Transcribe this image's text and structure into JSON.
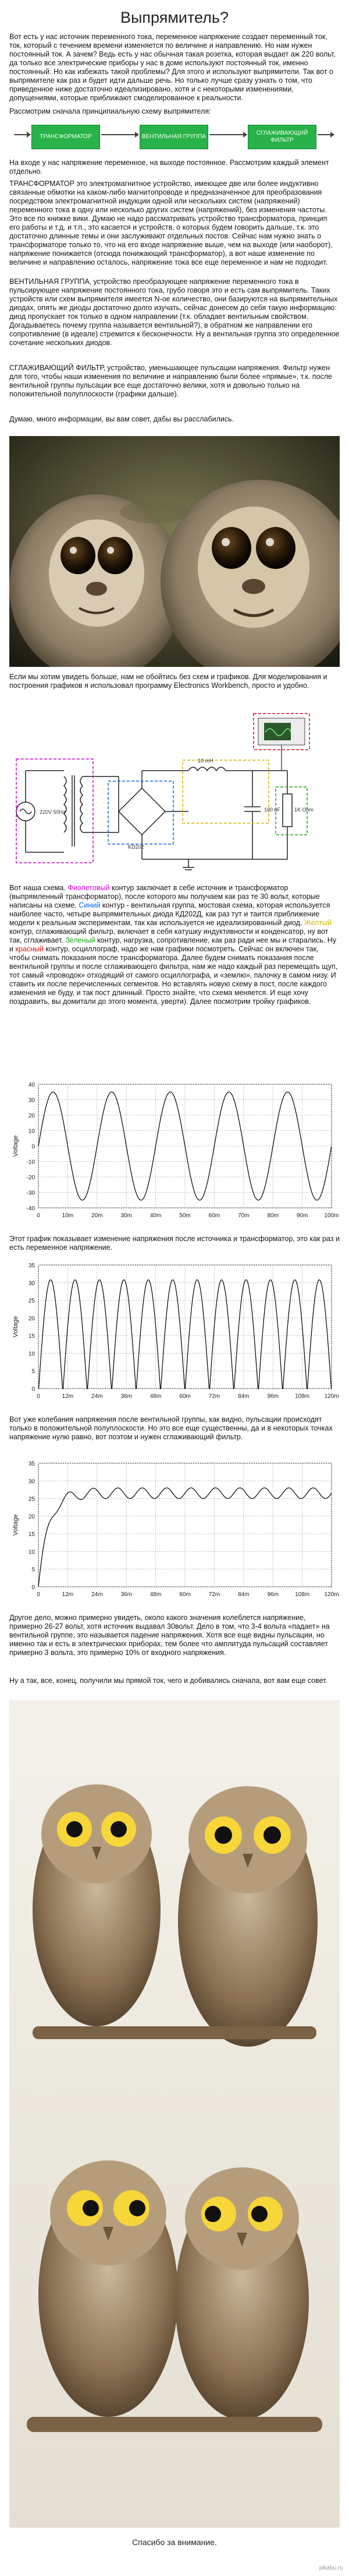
{
  "title": "Выпрямитель?",
  "paragraphs": [
    "Вот есть у нас источник переменного тока, переменное напряжение создает переменный ток, ток, который с течением времени изменяется по величине и направлению. Но нам нужен постоянный ток. А зачем? Ведь есть у нас обычная такая розетка, которая выдает аж 220 вольт, да только все электрические приборы у нас в доме используют постоянный ток, именно постоянный. Но как избежать такой проблемы? Для этого и используют выпрямители. Так вот о выпрямителе как раз и будет идти дальше речь. Но только лучше сразу узнать о том, что приведенное ниже достаточно идеализировано, хотя и с некоторыми изменениями, допущениями, которые приближают смоделированное к реальности.",
    "Рассмотрим сначала принципиальную схему выпрямителя:",
    "На входе у нас напряжение переменное, на выходе постоянное. Рассмотрим каждый элемент отдельно.",
    "ТРАНСФОРМАТОР это электромагнитное устройство, имеющее две или более индуктивно связанные обмотки на каком-либо магнитопроводе и предназначенное для преобразования посредством электромагнитной индукции одной или нескольких систем (напряжений) переменного тока в одну или несколько других систем (напряжений), без изменения частоты. Это все по книжке вики. Думаю не надо рассматривать устройство трансформатора, принцип его работы и т.д. и т.п., это касается и устройств, о которых будем говорить дальше, т.к. это достаточно длинные темы и они заслуживают отдельных постов. Сейчас нам нужно знать о трансформаторе только то, что на его входе напряжение выше, чем на выходе (или наоборот), напряжение понижается (отсюда понижающий трансформатор), а вот наше изменение по величине и направлению осталось, напряжение тока все еще переменное и нам не подходит.",
    "ВЕНТИЛЬНАЯ ГРУППА, устройство преобразующее напряжение переменного тока в пульсирующее напряжение постоянного тока, грубо говоря это и есть сам выпрямитель. Таких устройств или схем выпрямителя имеется N-ое количество, они базируются на выпрямительных диодах, опять же диоды достаточно долго изучать, сейчас донесем до себя такую информацию: диод пропускает ток только в одном направлении (т.к. обладает вентильным свойством. Догадываетесь почему группа называется вентильной?), в обратном же направлении его сопротивление (в идеале) стремится к бесконечности. Ну а вентильная группа это определенное сочетание нескольких диодов.",
    "СГЛАЖИВАЮЩИЙ ФИЛЬТР, устройство, уменьшающее пульсации напряжения. Фильтр нужен для того, чтобы наши изменения по величине и направлению были более «прямые», т.к. после вентильной группы пульсации все еще достаточно велики, хотя и довольно только на положительной полуплоскости (графики дальше).",
    "Думаю, много информации, вы вам совет, дабы вы расслабились.",
    "Если мы хотим увидеть больше, нам не обойтись без схем и графиков. Для моделирования и построения графиков я использовал программу Electronics Workbench, просто и удобно."
  ],
  "block_diagram": {
    "boxes": [
      "ТРАНСФОРМАТОР",
      "ВЕНТИЛЬНАЯ ГРУППА",
      "СГЛАЖИВАЮЩИЙ ФИЛЬТР"
    ]
  },
  "schematic": {
    "labels": {
      "source": "220V 50Hz",
      "inductor": "10 mH",
      "capacitor": "100 uF",
      "load": "1K Ohm",
      "diodes": "KD202"
    }
  },
  "scheme_description": {
    "intro": "Вот наша схема.",
    "fuchsia_word": "Фиолетовый",
    "p1": "контур заключает в себе источник и трансформатор (выпрямленный трансформатор), после которого мы получаем как раз те 30 вольт, которые написаны на схеме.",
    "blue_word": "Синий",
    "p2": "контур - вентильная группа, мостовая схема, которая используется наиболее часто, четыре выпрямительных диода КД202Д, как раз тут и таится приближение модели к реальным экспериментам, так как используется не идеализированный диод.",
    "yellow_word": "Желтый",
    "p3": "контур, сглаживающий фильтр, включает в себя катушку индуктивности и конденсатор, ну вот так, сглаживает.",
    "green_word": "Зеленый",
    "p4": "контур, нагрузка, сопротивление, как раз ради нее мы и старались. Ну и",
    "red_word": "красный",
    "p5": "контур, осциллограф, надо же нам графики посмотреть. Сейчас он включен так, чтобы снимать показания после трансформатора. Далее будем снимать показания после вентильной группы и после сглаживающего фильтра, нам же надо каждый раз перемещать щуп, тот самый «проводок» отходящий от самого осциллографа, и «землю», палочку в самом низу. И ставить их после перечисленных сегментов. Но вставлять новую схему в пост, после каждого изменения не буду, и так пост длинный. Просто знайте, что схема меняется. И еще хочу поздравить, вы домитали до этого момента, уверти). Далее посмотрим тройку графиков."
  },
  "graph_captions": [
    "Этот график показывает изменение напряжения после источника и трансформатор, это как раз и есть переменное напряжение.",
    "Вот уже колебания напряжения после вентильной группы, как видно, пульсации происходят только в положительной полуплоскости. Но это все еще существенны, да и в некоторых точках напряжение нулю равно, вот поэтом и нужен сглаживающий фильтр.",
    "Другое дело, можно примерно увидеть, около какого значения колеблется напряжение, примерно 26-27 вольт, хотя источник выдавал 30вольт. Дело в том, что 3-4 вольта «падает» на вентильной группе, это называется падение напряжения. Хотя все еще видны пульсации, но именно так и есть в электрических приборах, тем более что амплитуда пульсаций составляет примерно 3 вольта, это примерно 10% от входного напряжения.",
    "Ну а так, все, конец, получили мы прямой ток, чего и добивались сначала, вот вам еще совет."
  ],
  "chart_data": [
    {
      "type": "line",
      "title": "",
      "xlabel": "",
      "ylabel": "Voltage",
      "x_ticks": [
        "0",
        "10m",
        "20m",
        "30m",
        "40m",
        "50m",
        "60m",
        "70m",
        "80m",
        "90m",
        "100m"
      ],
      "y_ticks": [
        "-40",
        "-30",
        "-20",
        "-10",
        "0",
        "10",
        "20",
        "30",
        "40"
      ],
      "xlim": [
        0,
        0.1
      ],
      "ylim": [
        -40,
        40
      ],
      "grid": true,
      "series": [
        {
          "shape": "sine",
          "amplitude": 35,
          "frequency": 50
        }
      ]
    },
    {
      "type": "line",
      "title": "",
      "xlabel": "",
      "ylabel": "Voltage",
      "x_ticks": [
        "0",
        "12m",
        "24m",
        "36m",
        "48m",
        "60m",
        "72m",
        "84m",
        "96m",
        "108m",
        "120m"
      ],
      "y_ticks": [
        "0",
        "5",
        "10",
        "15",
        "20",
        "25",
        "30",
        "35"
      ],
      "xlim": [
        0,
        0.12
      ],
      "ylim": [
        0,
        35
      ],
      "grid": true,
      "series": [
        {
          "shape": "full-wave rectified sine",
          "amplitude": 32,
          "frequency": 50
        }
      ]
    },
    {
      "type": "line",
      "title": "",
      "xlabel": "",
      "ylabel": "Voltage",
      "x_ticks": [
        "0",
        "12m",
        "24m",
        "36m",
        "48m",
        "60m",
        "72m",
        "84m",
        "96m",
        "108m",
        "120m"
      ],
      "y_ticks": [
        "0",
        "5",
        "10",
        "15",
        "20",
        "25",
        "30",
        "35"
      ],
      "xlim": [
        0,
        0.12
      ],
      "ylim": [
        0,
        35
      ],
      "grid": true,
      "series": [
        {
          "shape": "filtered rectified",
          "mean": 26.5,
          "ripple": 3,
          "frequency": 100
        }
      ]
    }
  ],
  "closing": "Спасибо за внимание.",
  "watermark": "pikabu.ru",
  "colors": {
    "block_green": "#28b34a",
    "fuchsia": "#d300d3",
    "blue": "#0066ff",
    "yellow": "#d4b300",
    "green": "#1aa61a",
    "red": "#e01010"
  }
}
